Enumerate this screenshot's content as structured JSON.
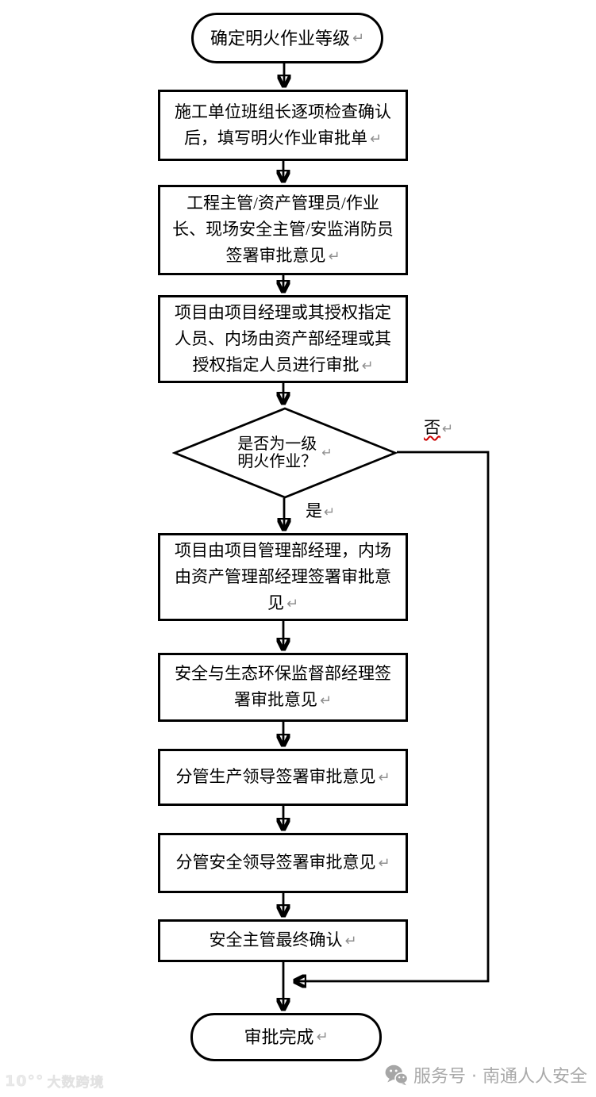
{
  "flowchart": {
    "nodes": [
      {
        "id": "start",
        "type": "terminator",
        "label": "确定明火作业等级",
        "mark": "↵"
      },
      {
        "id": "step1",
        "type": "process",
        "label": "施工单位班组长逐项检查确认\n后，填写明火作业审批单",
        "mark": "↵"
      },
      {
        "id": "step2",
        "type": "process",
        "label": "工程主管/资产管理员/作业\n长、现场安全主管/安监消防员\n签署审批意见",
        "mark": "↵"
      },
      {
        "id": "step3",
        "type": "process",
        "label": "项目由项目经理或其授权指定\n人员、内场由资产部经理或其\n授权指定人员进行审批",
        "mark": "↵"
      },
      {
        "id": "decision",
        "type": "decision",
        "label": "是否为一级\n明火作业？",
        "mark": "↵"
      },
      {
        "id": "step4",
        "type": "process",
        "label": "项目由项目管理部经理，内场\n由资产管理部经理签署审批意\n见",
        "mark": "↵"
      },
      {
        "id": "step5",
        "type": "process",
        "label": "安全与生态环保监督部经理签\n署审批意见",
        "mark": "↵"
      },
      {
        "id": "step6",
        "type": "process",
        "label": "分管生产领导签署审批意见",
        "mark": "↵"
      },
      {
        "id": "step7",
        "type": "process",
        "label": "分管安全领导签署审批意见",
        "mark": "↵"
      },
      {
        "id": "step8",
        "type": "process",
        "label": "安全主管最终确认",
        "mark": "↵"
      },
      {
        "id": "end",
        "type": "terminator",
        "label": "审批完成",
        "mark": "↵"
      }
    ],
    "edges": {
      "yes_label": "是",
      "no_label": "否",
      "label_mark": "↵"
    },
    "colors": {
      "stroke": "#000000",
      "text": "#000000",
      "paragraph_mark": "#8f8f8f",
      "spellcheck_underline": "#cc0000"
    }
  },
  "footer": {
    "left_watermark": {
      "logo": "10°°",
      "text": "大数跨境"
    },
    "right_watermark": {
      "icon": "wechat-icon",
      "label": "服务号 · 南通人人安全"
    }
  }
}
